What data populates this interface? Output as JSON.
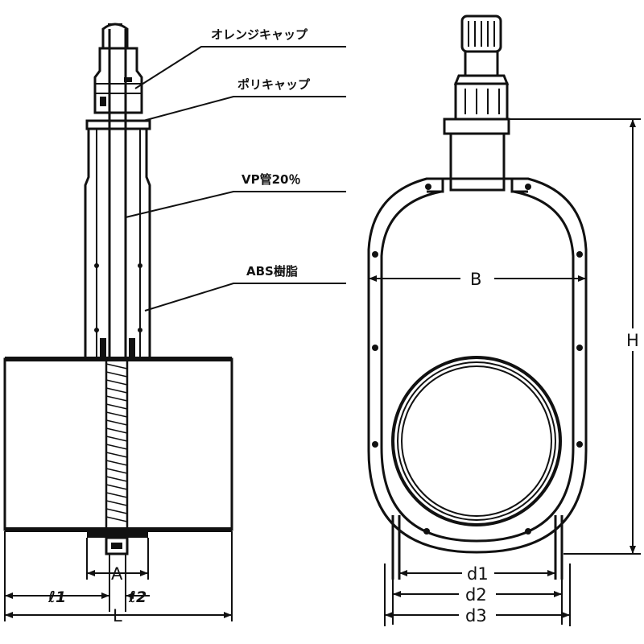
{
  "callouts": {
    "orange_cap": "オレンジキャップ",
    "poly_cap": "ポリキャップ",
    "vp_pipe": "VP管20％",
    "abs_resin": "ABS樹脂"
  },
  "dimensions": {
    "l1": "ℓ1",
    "A": "A",
    "l2": "ℓ2",
    "L": "L",
    "B": "B",
    "H": "H",
    "d1": "d1",
    "d2": "d2",
    "d3": "d3"
  }
}
